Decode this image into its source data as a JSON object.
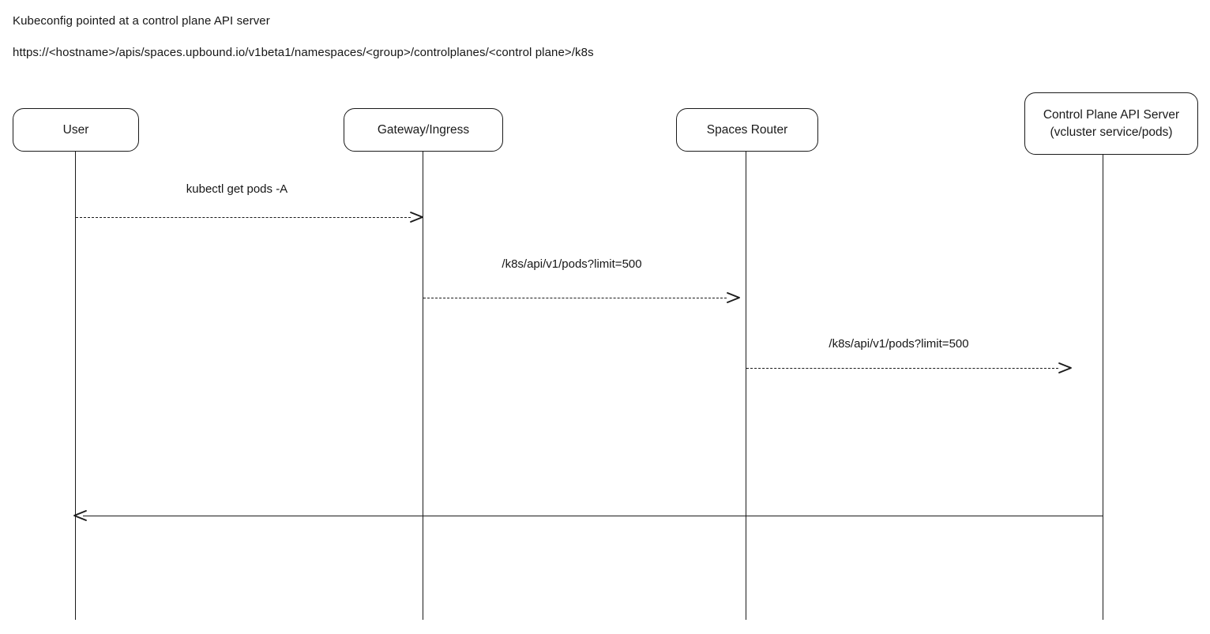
{
  "header": {
    "title": "Kubeconfig pointed at a control plane API server",
    "url": "https://<hostname>/apis/spaces.upbound.io/v1beta1/namespaces/<group>/controlplanes/<control plane>/k8s"
  },
  "actors": [
    {
      "label": "User"
    },
    {
      "label": "Gateway/Ingress"
    },
    {
      "label": "Spaces Router"
    },
    {
      "label": "Control Plane API Server",
      "sublabel": "(vcluster service/pods)"
    }
  ],
  "messages": [
    {
      "from": "User",
      "to": "Gateway/Ingress",
      "label": "kubectl get pods -A",
      "style": "dashed",
      "direction": "right"
    },
    {
      "from": "Gateway/Ingress",
      "to": "Spaces Router",
      "label": "/k8s/api/v1/pods?limit=500",
      "style": "dashed",
      "direction": "right"
    },
    {
      "from": "Spaces Router",
      "to": "Control Plane API Server",
      "label": "/k8s/api/v1/pods?limit=500",
      "style": "dashed",
      "direction": "right"
    },
    {
      "from": "Control Plane API Server",
      "to": "User",
      "label": "",
      "style": "solid",
      "direction": "left"
    }
  ],
  "colors": {
    "stroke": "#1a1a1a",
    "background": "#ffffff"
  }
}
